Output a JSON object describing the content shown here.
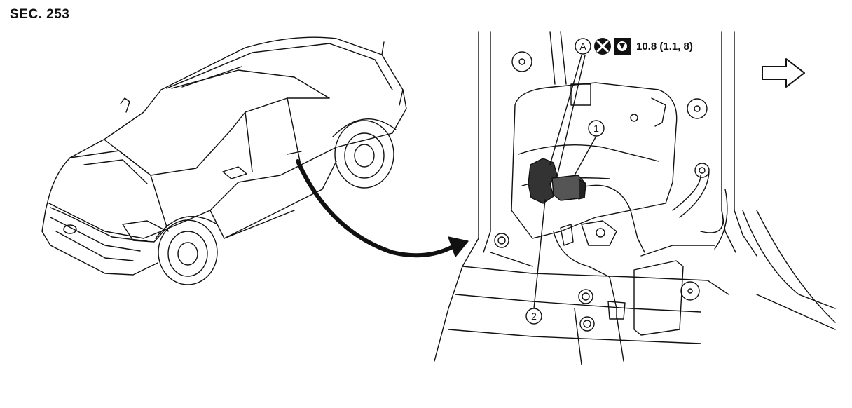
{
  "header": {
    "section": "SEC. 253"
  },
  "callouts": {
    "a_label": "A",
    "torque": "10.8 (1.1, 8)",
    "part_1": "1",
    "part_2": "2"
  },
  "icons": {
    "no_reuse": "x-circle-icon",
    "torque": "torque-wrench-icon",
    "front": "arrow-right-icon"
  }
}
